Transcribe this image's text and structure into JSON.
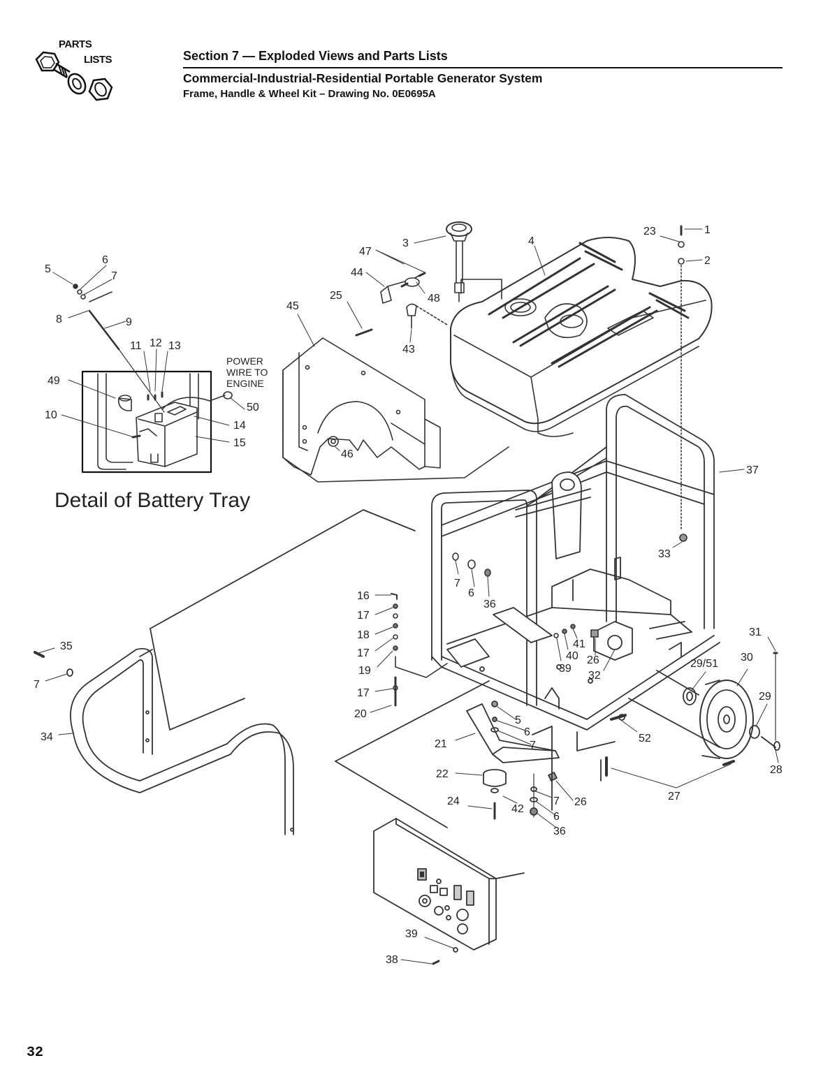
{
  "logo": {
    "icon": "bolt-nut-washer-icon",
    "line1": "PARTS",
    "line2": "LISTS"
  },
  "header": {
    "section": "Section 7 — Exploded Views and Parts Lists",
    "title": "Commercial-Industrial-Residential Portable Generator System",
    "subtitle": "Frame, Handle & Wheel Kit – Drawing No. 0E0695A"
  },
  "detail": {
    "title": "Detail of Battery Tray",
    "note_lines": [
      "POWER",
      "WIRE TO",
      "ENGINE"
    ]
  },
  "page_number": "32",
  "callouts": [
    {
      "id": "c-5a",
      "label": "5"
    },
    {
      "id": "c-6a",
      "label": "6"
    },
    {
      "id": "c-7a",
      "label": "7"
    },
    {
      "id": "c-8",
      "label": "8"
    },
    {
      "id": "c-9",
      "label": "9"
    },
    {
      "id": "c-11",
      "label": "11"
    },
    {
      "id": "c-12",
      "label": "12"
    },
    {
      "id": "c-13",
      "label": "13"
    },
    {
      "id": "c-49",
      "label": "49"
    },
    {
      "id": "c-10",
      "label": "10"
    },
    {
      "id": "c-50",
      "label": "50"
    },
    {
      "id": "c-14",
      "label": "14"
    },
    {
      "id": "c-15",
      "label": "15"
    },
    {
      "id": "c-45",
      "label": "45"
    },
    {
      "id": "c-25",
      "label": "25"
    },
    {
      "id": "c-46",
      "label": "46"
    },
    {
      "id": "c-47",
      "label": "47"
    },
    {
      "id": "c-44",
      "label": "44"
    },
    {
      "id": "c-48",
      "label": "48"
    },
    {
      "id": "c-43",
      "label": "43"
    },
    {
      "id": "c-3",
      "label": "3"
    },
    {
      "id": "c-4",
      "label": "4"
    },
    {
      "id": "c-23",
      "label": "23"
    },
    {
      "id": "c-1",
      "label": "1"
    },
    {
      "id": "c-2",
      "label": "2"
    },
    {
      "id": "c-37",
      "label": "37"
    },
    {
      "id": "c-33",
      "label": "33"
    },
    {
      "id": "c-7b",
      "label": "7"
    },
    {
      "id": "c-6b",
      "label": "6"
    },
    {
      "id": "c-36a",
      "label": "36"
    },
    {
      "id": "c-16",
      "label": "16"
    },
    {
      "id": "c-17a",
      "label": "17"
    },
    {
      "id": "c-18",
      "label": "18"
    },
    {
      "id": "c-17b",
      "label": "17"
    },
    {
      "id": "c-19",
      "label": "19"
    },
    {
      "id": "c-17c",
      "label": "17"
    },
    {
      "id": "c-20",
      "label": "20"
    },
    {
      "id": "c-35",
      "label": "35"
    },
    {
      "id": "c-7c",
      "label": "7"
    },
    {
      "id": "c-34",
      "label": "34"
    },
    {
      "id": "c-41",
      "label": "41"
    },
    {
      "id": "c-40",
      "label": "40"
    },
    {
      "id": "c-26a",
      "label": "26"
    },
    {
      "id": "c-39a",
      "label": "39"
    },
    {
      "id": "c-32",
      "label": "32"
    },
    {
      "id": "c-31",
      "label": "31"
    },
    {
      "id": "c-2951",
      "label": "29/51"
    },
    {
      "id": "c-30",
      "label": "30"
    },
    {
      "id": "c-29",
      "label": "29"
    },
    {
      "id": "c-28",
      "label": "28"
    },
    {
      "id": "c-52",
      "label": "52"
    },
    {
      "id": "c-27",
      "label": "27"
    },
    {
      "id": "c-5b",
      "label": "5"
    },
    {
      "id": "c-6c",
      "label": "6"
    },
    {
      "id": "c-21",
      "label": "21"
    },
    {
      "id": "c-7d",
      "label": "7"
    },
    {
      "id": "c-22",
      "label": "22"
    },
    {
      "id": "c-24",
      "label": "24"
    },
    {
      "id": "c-42",
      "label": "42"
    },
    {
      "id": "c-7e",
      "label": "7"
    },
    {
      "id": "c-26b",
      "label": "26"
    },
    {
      "id": "c-6d",
      "label": "6"
    },
    {
      "id": "c-36b",
      "label": "36"
    },
    {
      "id": "c-39b",
      "label": "39"
    },
    {
      "id": "c-38",
      "label": "38"
    }
  ]
}
